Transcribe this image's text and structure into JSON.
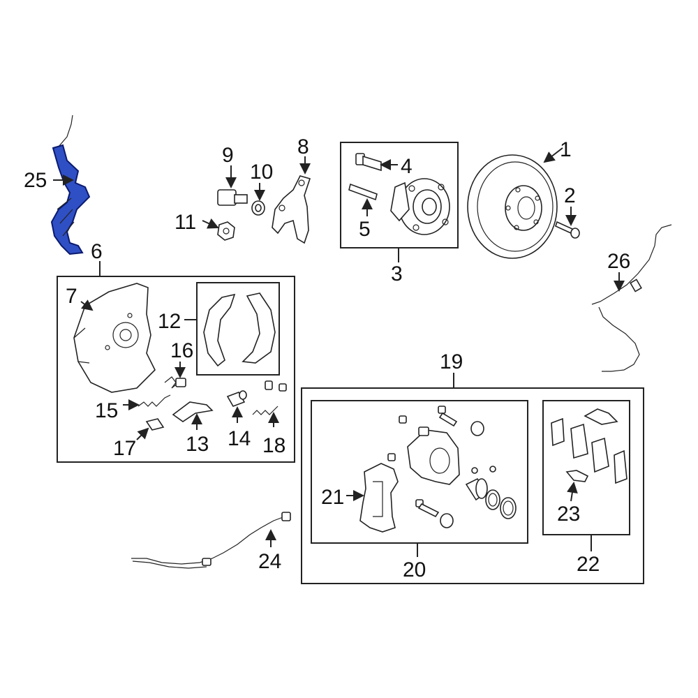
{
  "colors": {
    "highlight": "#2f4fc4",
    "line": "#222222",
    "background": "#ffffff"
  },
  "callouts": {
    "c1": "1",
    "c2": "2",
    "c3": "3",
    "c4": "4",
    "c5": "5",
    "c6": "6",
    "c7": "7",
    "c8": "8",
    "c9": "9",
    "c10": "10",
    "c11": "11",
    "c12": "12",
    "c13": "13",
    "c14": "14",
    "c15": "15",
    "c16": "16",
    "c17": "17",
    "c18": "18",
    "c19": "19",
    "c20": "20",
    "c21": "21",
    "c22": "22",
    "c23": "23",
    "c24": "24",
    "c25": "25",
    "c26": "26"
  },
  "highlighted_part": "25"
}
